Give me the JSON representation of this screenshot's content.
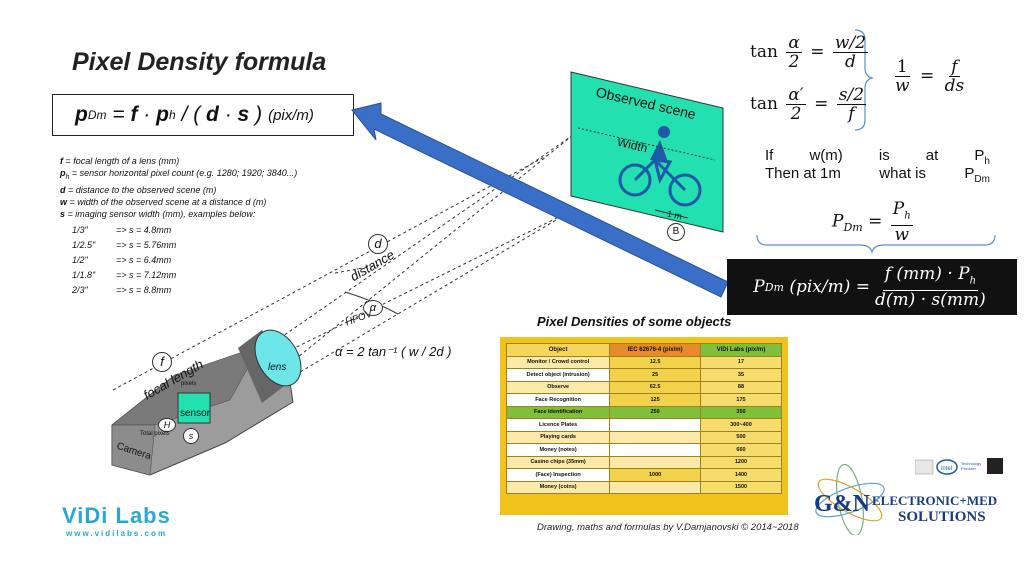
{
  "title": "Pixel Density formula",
  "main_formula": {
    "lhs": "p",
    "lhs_sub": "Dm",
    "eq": "=",
    "f": "f",
    "dot1": "·",
    "p": "p",
    "p_sub": "h",
    "slash": "/",
    "open": "(",
    "d": "d",
    "dot2": "·",
    "s": "s",
    "close": ")",
    "unit": "(pix/m)"
  },
  "definitions": [
    {
      "sym": "f",
      "sub": "",
      "text": " = focal length of a lens (mm)"
    },
    {
      "sym": "p",
      "sub": "h",
      "text": " = sensor horizontal pixel count (e.g. 1280; 1920; 3840...)"
    },
    {
      "sym": "d",
      "sub": "",
      "text": " = distance to the observed scene (m)"
    },
    {
      "sym": "w",
      "sub": "",
      "text": " = width of the observed scene at a distance d (m)"
    },
    {
      "sym": "s",
      "sub": "",
      "text": " = imaging sensor width (mm), examples below:"
    }
  ],
  "sensor_examples": [
    {
      "size": "1/3\"",
      "value": "=> s = 4.8mm"
    },
    {
      "size": "1/2.5\"",
      "value": "=> s = 5.76mm"
    },
    {
      "size": "1/2\"",
      "value": "=> s = 6.4mm"
    },
    {
      "size": "1/1.8\"",
      "value": "=> s = 7.12mm"
    },
    {
      "size": "2/3\"",
      "value": "=> s = 8.8mm"
    }
  ],
  "diagram": {
    "scene_label": "Observed scene",
    "width_label": "Width",
    "one_m": "1 m",
    "b_circle": "B",
    "d_circle": "d",
    "distance": "distance",
    "alpha_circle": "α",
    "hfov": "HFOV",
    "f_circle": "f",
    "focal_length": "focal length",
    "lens": "lens",
    "pixels": "pixels",
    "sensor": "sensor",
    "h_circle": "H",
    "s_circle": "s",
    "total_pixels": "Total pixels",
    "camera": "Camera",
    "alpha_formula": "α = 2 tan⁻¹ ( w / 2d )"
  },
  "right_math": {
    "tan": "tan",
    "alpha": "α",
    "alpha_p": "α′",
    "two": "2",
    "w": "w",
    "d": "d",
    "s": "s",
    "f": "f",
    "one": "1",
    "ds": "ds",
    "if_words": [
      "If",
      "w(m)",
      "is",
      "at",
      "P"
    ],
    "if_sub": "h",
    "then_words": [
      "Then at 1m",
      "what is",
      "P"
    ],
    "then_sub": "Dm",
    "pdm": "P",
    "pdm_sub": "Dm",
    "ph": "P",
    "ph_sub": "h",
    "box_lhs": "P",
    "box_lhs_sub": "Dm",
    "box_unit": "(pix/m) =",
    "box_num": "f (mm) · P",
    "box_num_sub": "h",
    "box_den": "d(m) · s(mm)"
  },
  "table": {
    "title": "Pixel Densities of some objects",
    "headers": [
      "Object",
      "IEC 62676-4 (pix/m)",
      "ViDi Labs (pix/m)"
    ],
    "rows": [
      [
        "Monitor / Crowd control",
        "12.5",
        "17"
      ],
      [
        "Detect object (intrusion)",
        "25",
        "35"
      ],
      [
        "Observe",
        "62.5",
        "88"
      ],
      [
        "Face Recognition",
        "125",
        "175"
      ],
      [
        "Face Identification",
        "250",
        "350"
      ],
      [
        "Licence Plates",
        "",
        "300~400"
      ],
      [
        "Playing cards",
        "",
        "500"
      ],
      [
        "Money (notes)",
        "",
        "660"
      ],
      [
        "Casino chips (35mm)",
        "",
        "1200"
      ],
      [
        "(Face) Inspection",
        "1000",
        "1400"
      ],
      [
        "Money (coins)",
        "",
        "1500"
      ]
    ],
    "highlight_row": 4
  },
  "credit": "Drawing, maths and formulas by V.Damjanovski © 2014~2018",
  "brand": {
    "name": "ViDi Labs",
    "url": "www.vidilabs.com"
  },
  "logos": {
    "gn": "G&N",
    "gn_line1": "Electronic+Medical",
    "gn_line2": "Solutions",
    "intel": "intel",
    "tp": "Technology Provider"
  },
  "colors": {
    "scene": "#22e0b0",
    "arrow": "#3a6fc8",
    "vidi": "#2aa7d8",
    "table_frame": "#f2c21c",
    "highlight": "#7fbf3a"
  }
}
